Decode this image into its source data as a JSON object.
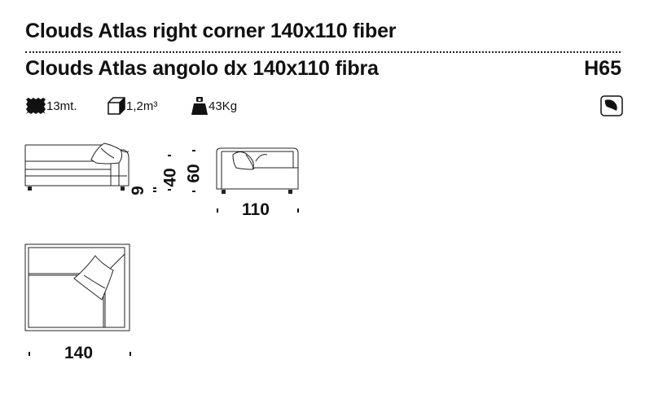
{
  "title_en": "Clouds Atlas right corner 140x110 fiber",
  "title_it": "Clouds Atlas angolo dx 140x110 fibra",
  "height_code": "H65",
  "specs": {
    "fabric": "13mt.",
    "volume": "1,2m³",
    "weight": "43Kg"
  },
  "icons": {
    "fabric": "fabric-swatch-icon",
    "volume": "box-volume-icon",
    "weight": "weight-icon",
    "care": "cushion-care-icon"
  },
  "dimensions": {
    "seat_leg": "9",
    "seat_height": "40",
    "back_height": "60",
    "depth": "110",
    "width": "140"
  }
}
